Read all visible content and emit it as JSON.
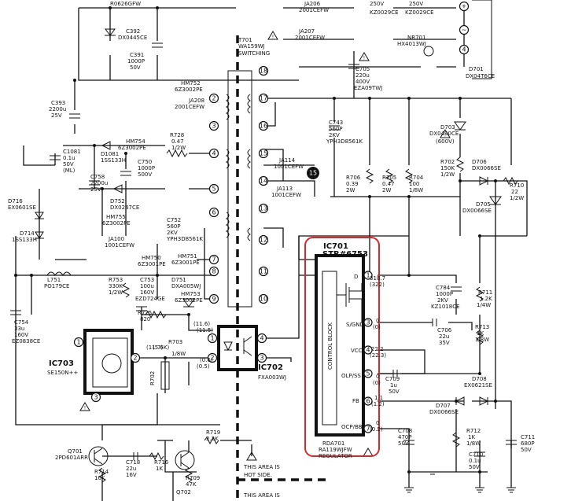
{
  "labels": {
    "ja206": "JA206",
    "ja206v": "2001CEFW",
    "ja207": "JA207",
    "ja207v": "2001CEFW",
    "v250a": "250V",
    "v250b": "250V",
    "kz1": "KZ0029CE",
    "kz2": "KZ0029CE",
    "r0626": "R0626GFW",
    "c392": "C392",
    "c392v": "DX0445CE",
    "c391": "C391",
    "c391v": "1000P",
    "c391u": "50V",
    "c393": "C393",
    "c393v": "2200u",
    "c393u": "25V",
    "t701": "T701",
    "t701v": "WA159WJ",
    "t701u": "SWITCHING",
    "hm752": "HM752",
    "hm752v": "6Z3002PE",
    "ja208": "JA208",
    "ja208v": "2001CEFW",
    "nr701": "NR701",
    "nr701v": "HX4013WJ",
    "d701": "D701",
    "d701v": "DX04T6CE",
    "c705": "C705",
    "c705v": "220u",
    "c705u": "400V",
    "c705w": "EZA09TWJ",
    "c743": "C743",
    "c743v": "560P",
    "c743u": "2KV",
    "c743w": "YPH3D8561K",
    "d703": "D703",
    "d703v": "DX0490CE",
    "d703u": "(600V)",
    "c1081": "C1081",
    "c1081v": "0.1u",
    "c1081u": "50V",
    "c1081w": "(ML)",
    "d1081": "D1081",
    "d1081v": "1SS133H",
    "hm754": "HM754",
    "hm754v": "6Z3002PE",
    "r728": "R728",
    "r728v": "0.47",
    "r728u": "1/2W",
    "c750": "C750",
    "c750v": "1000P",
    "c750u": "500V",
    "c758": "C758",
    "c758v": "2200u",
    "c758u": "25V",
    "ja114": "JA114",
    "ja114v": "1001CEFW",
    "ja113": "JA113",
    "ja113v": "1001CEFW",
    "n15": "15",
    "r706": "R706",
    "r706v": "0.39",
    "r706u": "2W",
    "r705": "R705",
    "r705v": "0.47",
    "r705u": "2W",
    "r704": "R704",
    "r704v": "100",
    "r704u": "1/8W",
    "r702": "R702",
    "r702v": "150K",
    "r702u": "1/2W",
    "d706": "D706",
    "d706v": "DX0066SE",
    "r710": "R710",
    "r710v": "22",
    "r710u": "1/2W",
    "d705": "D705",
    "d705v": "DX0066SE",
    "d716": "D716",
    "d716v": "EX0601SE",
    "d752": "D752",
    "d752v": "DX0247CE",
    "hm755": "HM755",
    "hm755v": "6Z3002PE",
    "c752": "C752",
    "c752v": "560P",
    "c752u": "2KV",
    "c752w": "YPH3D8561K",
    "d714": "D714",
    "d714v": "1SS133H",
    "ja100": "JA100",
    "ja100v": "1001CEFW",
    "hm750": "HM750",
    "hm750v": "6Z3001PE",
    "hm751": "HM751",
    "hm751v": "6Z3001PE",
    "ic701": "IC701",
    "ic701v": "STR#6753",
    "pin_d": "D",
    "pin_sgnd": "S/GND",
    "pin_vcc": "VCC",
    "pin_olp": "OLP/SS",
    "pin_fb": "FB",
    "pin_ocp": "OCP/BB",
    "control_block": "CONTROL BLOCK",
    "v1": "318.7",
    "v1b": "(322)",
    "v3": "0",
    "v3b": "(0)",
    "v4": "22.2",
    "v4b": "(22.3)",
    "v5": "0",
    "v5b": "(0)",
    "v6": "1.1",
    "v6b": "(1.2)",
    "v7": "0",
    "v7b": "(0.2)",
    "c784": "C784",
    "c784v": "1000P",
    "c784u": "2KV",
    "c784w": "KZ1018CE",
    "r711": "R711",
    "r711v": "1.2K",
    "r711u": "1/4W",
    "c706": "C706",
    "c706v": "22u",
    "c706u": "35V",
    "r713": "R713",
    "r713v": "1K",
    "r713u": "1/8W",
    "l751": "L751",
    "l751v": "PO179CE",
    "r753": "R753",
    "r753v": "330K",
    "r753u": "1/2W",
    "c753": "C753",
    "c753v": "100u",
    "c753u": "160V",
    "c753w": "EZD724GE",
    "d751": "D751",
    "d751v": "DXA005WJ",
    "hm753": "HM753",
    "hm753v": "6Z3002PE",
    "c754": "C754",
    "c754v": "33u",
    "c754u": "160V",
    "c754w": "EZ0838CE",
    "r725": "R725",
    "r725v": "820",
    "v116": "(11.6)",
    "v115": "(11.5)",
    "v06": "(0.6)",
    "v05": "(0.5)",
    "v117": "(11.7)",
    "v6k": "(5.6K)",
    "r703": "R703",
    "r703u": "1/8W",
    "r702b": "R702",
    "ic703": "IC703",
    "ic703v": "SE150N++",
    "ic702": "IC702",
    "ic702v": "FXA003WJ",
    "c709": "C709",
    "c709v": "1u",
    "c709u": "50V",
    "d708": "D708",
    "d708v": "EX0621SE",
    "d707": "D707",
    "d707v": "DX0066SE",
    "c708": "C708",
    "c708v": "470P",
    "c708u": "50V",
    "rda701": "RDA701",
    "rda701v": "RA119WJFW",
    "rda701u": "REGULATOR",
    "r712": "R712",
    "r712v": "1K",
    "r712u": "1/8W",
    "c710": "C710",
    "c710v": "0.1u",
    "c710u": "50V",
    "c711": "C711",
    "c711v": "680P",
    "c711u": "50V",
    "r719": "R719",
    "r719v": "2.2K",
    "q701": "Q701",
    "q701v": "2PD601ARR",
    "r714": "R714",
    "r714v": "10K",
    "c718": "C718",
    "c718v": "22u",
    "c718u": "16V",
    "r716": "R716",
    "r716v": "1K",
    "r709": "R709",
    "r709v": "47K",
    "q702": "Q702",
    "hot1": "THIS AREA IS",
    "hot2": "HOT SIDE.",
    "cold1": "THIS AREA IS",
    "pin1": "1",
    "pin2": "2",
    "pin3": "3",
    "pin4": "4",
    "pin5": "5",
    "pin6": "6",
    "pin7": "7",
    "pin8": "8",
    "pin9": "9",
    "pin10": "10",
    "pin11": "11",
    "pin12": "12",
    "pin13": "13",
    "pin14": "14",
    "pin15": "15",
    "pin16": "16",
    "pin17": "17",
    "pin18": "18"
  }
}
